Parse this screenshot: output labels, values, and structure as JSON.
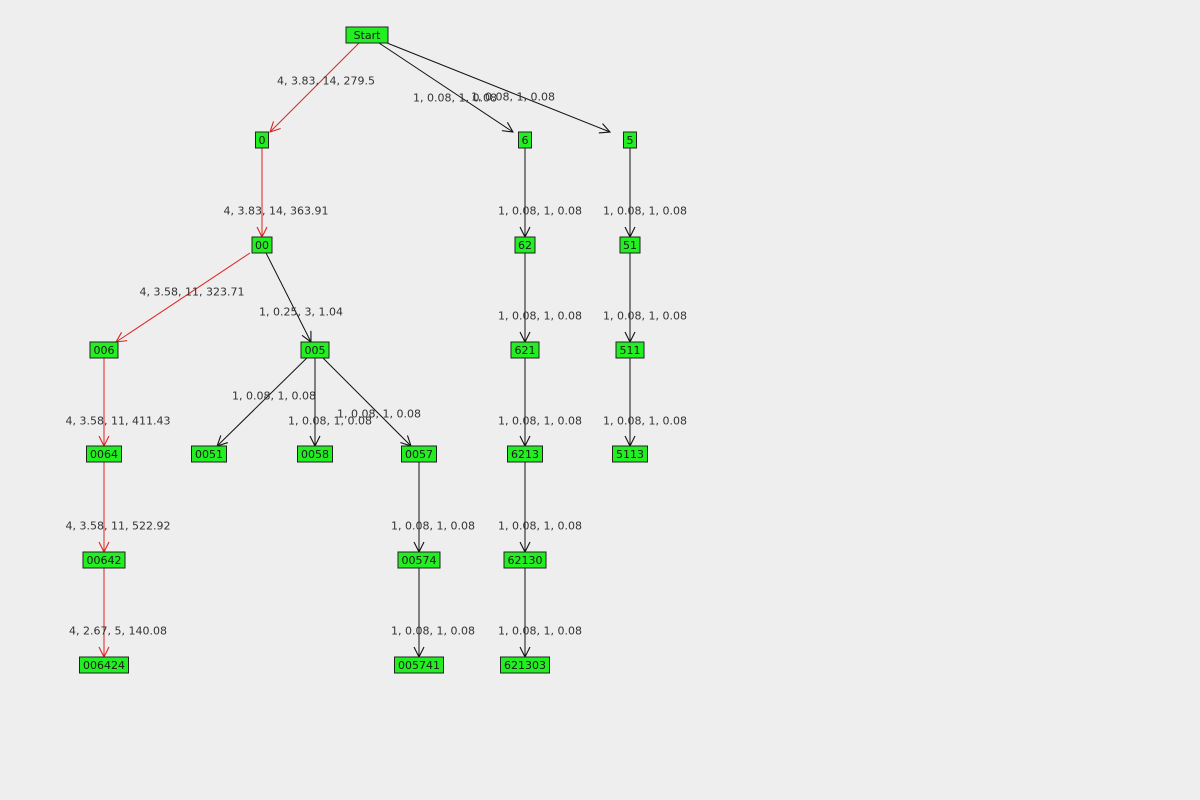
{
  "colors": {
    "background": "#eeeeee",
    "node_fill": "#22ee22",
    "node_stroke": "#222222",
    "edge_default": "#111111",
    "edge_highlight": "#dd2222"
  },
  "nodes": [
    {
      "id": "Start",
      "label": "Start"
    },
    {
      "id": "0",
      "label": "0"
    },
    {
      "id": "6",
      "label": "6"
    },
    {
      "id": "5",
      "label": "5"
    },
    {
      "id": "00",
      "label": "00"
    },
    {
      "id": "62",
      "label": "62"
    },
    {
      "id": "51",
      "label": "51"
    },
    {
      "id": "006",
      "label": "006"
    },
    {
      "id": "005",
      "label": "005"
    },
    {
      "id": "621",
      "label": "621"
    },
    {
      "id": "511",
      "label": "511"
    },
    {
      "id": "0064",
      "label": "0064"
    },
    {
      "id": "0051",
      "label": "0051"
    },
    {
      "id": "0058",
      "label": "0058"
    },
    {
      "id": "0057",
      "label": "0057"
    },
    {
      "id": "6213",
      "label": "6213"
    },
    {
      "id": "5113",
      "label": "5113"
    },
    {
      "id": "00642",
      "label": "00642"
    },
    {
      "id": "00574",
      "label": "00574"
    },
    {
      "id": "62130",
      "label": "62130"
    },
    {
      "id": "006424",
      "label": "006424"
    },
    {
      "id": "005741",
      "label": "005741"
    },
    {
      "id": "621303",
      "label": "621303"
    }
  ],
  "edges": [
    {
      "from": "Start",
      "to": "0",
      "label": "4, 3.83, 14, 279.5",
      "highlight": true
    },
    {
      "from": "Start",
      "to": "6",
      "label": "1, 0.08, 1, 0.08",
      "highlight": false
    },
    {
      "from": "Start",
      "to": "5",
      "label": "1, 0.08, 1, 0.08",
      "highlight": false
    },
    {
      "from": "0",
      "to": "00",
      "label": "4, 3.83, 14, 363.91",
      "highlight": true
    },
    {
      "from": "6",
      "to": "62",
      "label": "1, 0.08, 1, 0.08",
      "highlight": false
    },
    {
      "from": "5",
      "to": "51",
      "label": "1, 0.08, 1, 0.08",
      "highlight": false
    },
    {
      "from": "00",
      "to": "006",
      "label": "4, 3.58, 11, 323.71",
      "highlight": true
    },
    {
      "from": "00",
      "to": "005",
      "label": "1, 0.25, 3, 1.04",
      "highlight": false
    },
    {
      "from": "62",
      "to": "621",
      "label": "1, 0.08, 1, 0.08",
      "highlight": false
    },
    {
      "from": "51",
      "to": "511",
      "label": "1, 0.08, 1, 0.08",
      "highlight": false
    },
    {
      "from": "006",
      "to": "0064",
      "label": "4, 3.58, 11, 411.43",
      "highlight": true
    },
    {
      "from": "005",
      "to": "0051",
      "label": "1, 0.08, 1, 0.08",
      "highlight": false
    },
    {
      "from": "005",
      "to": "0058",
      "label": "1, 0.08, 1, 0.08",
      "highlight": false
    },
    {
      "from": "005",
      "to": "0057",
      "label": "1, 0.08, 1, 0.08",
      "highlight": false
    },
    {
      "from": "621",
      "to": "6213",
      "label": "1, 0.08, 1, 0.08",
      "highlight": false
    },
    {
      "from": "511",
      "to": "5113",
      "label": "1, 0.08, 1, 0.08",
      "highlight": false
    },
    {
      "from": "0064",
      "to": "00642",
      "label": "4, 3.58, 11, 522.92",
      "highlight": true
    },
    {
      "from": "0057",
      "to": "00574",
      "label": "1, 0.08, 1, 0.08",
      "highlight": false
    },
    {
      "from": "6213",
      "to": "62130",
      "label": "1, 0.08, 1, 0.08",
      "highlight": false
    },
    {
      "from": "00642",
      "to": "006424",
      "label": "4, 2.67, 5, 140.08",
      "highlight": true
    },
    {
      "from": "00574",
      "to": "005741",
      "label": "1, 0.08, 1, 0.08",
      "highlight": false
    },
    {
      "from": "62130",
      "to": "621303",
      "label": "1, 0.08, 1, 0.08",
      "highlight": false
    }
  ]
}
